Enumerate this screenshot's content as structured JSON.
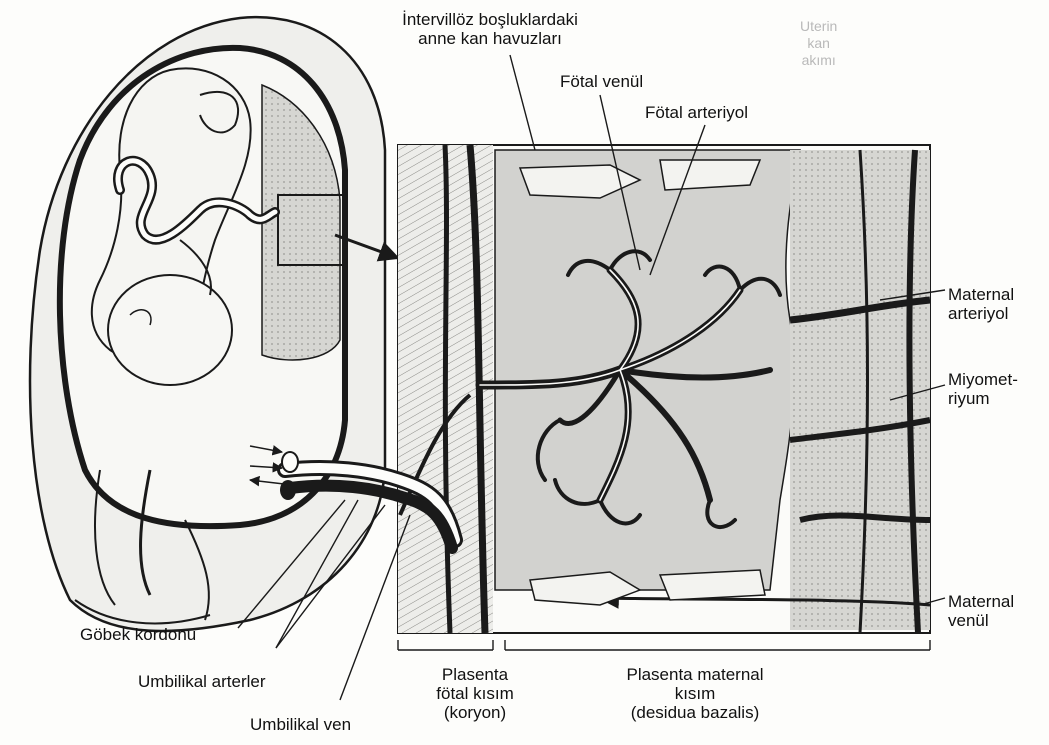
{
  "labels": {
    "maternal_blood_pools": "İntervillöz boşluklardaki\nanne kan havuzları",
    "fetal_venule": "Fötal venül",
    "fetal_arteriole": "Fötal arteriyol",
    "maternal_arteriole": "Maternal\narteriyol",
    "myometrium": "Miyomet-\nriyum",
    "maternal_venule": "Maternal\nvenül",
    "umbilical_cord": "Göbek kordonu",
    "umbilical_arteries": "Umbilikal arterler",
    "umbilical_vein": "Umbilikal ven",
    "placenta_fetal_part": "Plasenta\nfötal kısım\n(koryon)",
    "placenta_maternal_part": "Plasenta maternal\nkısım\n(desidua bazalis)"
  },
  "bleed_through": {
    "top_right": "Uterin\nkan\nakımı"
  },
  "colors": {
    "ink": "#1a1a1a",
    "maternal_blood": "#cfcfcf",
    "tissue": "#e4e4e0",
    "paper": "#fdfdfb"
  }
}
